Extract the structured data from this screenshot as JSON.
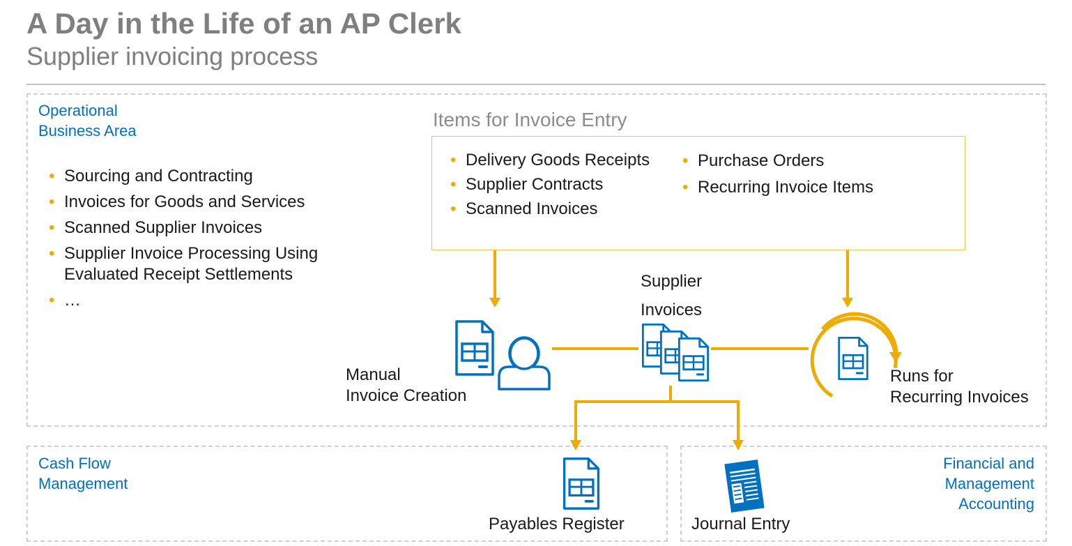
{
  "header": {
    "title": "A Day in the Life of an AP Clerk",
    "subtitle": "Supplier invoicing process"
  },
  "operational_area": {
    "label_line1": "Operational",
    "label_line2": "Business Area",
    "bullets": [
      "Sourcing and Contracting",
      "Invoices for Goods and Services",
      "Scanned Supplier Invoices",
      "Supplier Invoice Processing Using Evaluated Receipt Settlements",
      "…"
    ]
  },
  "items_for_invoice_entry": {
    "title": "Items for Invoice Entry",
    "column1": [
      "Delivery Goods Receipts",
      "Supplier Contracts",
      "Scanned Invoices"
    ],
    "column2": [
      "Purchase Orders",
      "Recurring Invoice Items"
    ]
  },
  "nodes": {
    "manual_creation_line1": "Manual",
    "manual_creation_line2": "Invoice Creation",
    "supplier_invoices_line1": "Supplier",
    "supplier_invoices_line2": "Invoices",
    "recurring_line1": "Runs for",
    "recurring_line2": "Recurring Invoices",
    "payables_register": "Payables Register",
    "journal_entry": "Journal Entry"
  },
  "cash_flow_area": {
    "label_line1": "Cash Flow",
    "label_line2": "Management"
  },
  "financial_area": {
    "label_line1": "Financial and",
    "label_line2": "Management",
    "label_line3": "Accounting"
  },
  "colors": {
    "accent_gold": "#f0ab00",
    "icon_blue": "#0070c0",
    "label_blue": "#0070c0",
    "title_gray": "#7f7f7f"
  },
  "icons": [
    "document-icon",
    "user-icon",
    "stacked-documents-icon",
    "recurring-cycle-icon",
    "journal-icon"
  ]
}
